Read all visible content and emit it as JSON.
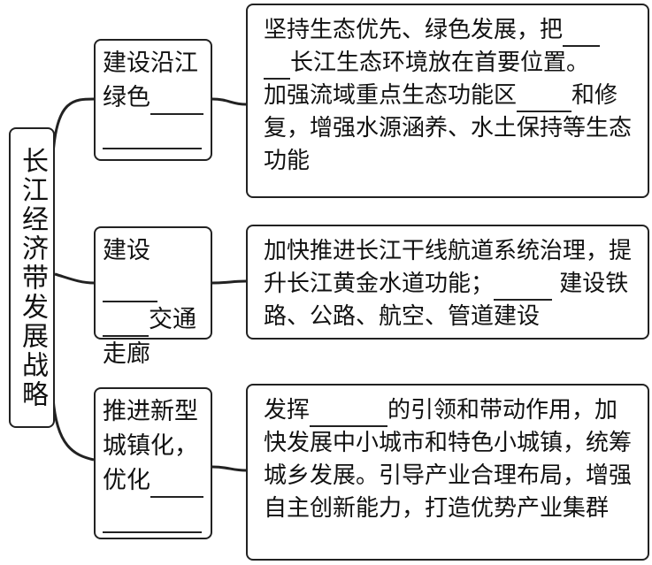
{
  "root": {
    "label": "长江经济带发展战略"
  },
  "branches": [
    {
      "mid_lines": [
        "建设沿江",
        "绿色"
      ],
      "leaf": {
        "p1": "坚持生态优先、绿色发展，把",
        "p2": "长江生态环境放在首要位置。",
        "p3": "加强流域重点生态功能区",
        "p4": "和",
        "p5": "修复，增强水源涵养、水土保持等生态功能"
      }
    },
    {
      "mid_lines": [
        "建设",
        "交通",
        "走廊"
      ],
      "leaf": {
        "p1": "加快推进长江干线航道系统治理，提升长江黄金水道功能；",
        "p2": "建设铁路、公路、航空、管道建设"
      }
    },
    {
      "mid_lines": [
        "推进新型",
        "城镇化，",
        "优化"
      ],
      "leaf": {
        "p1": "发挥",
        "p2": "的引领和带动作用，加快发展中小城市和特色小城镇，统筹城乡发展。引导产业合理布局，增强自主创新能力，打造优势产业集群"
      }
    }
  ]
}
